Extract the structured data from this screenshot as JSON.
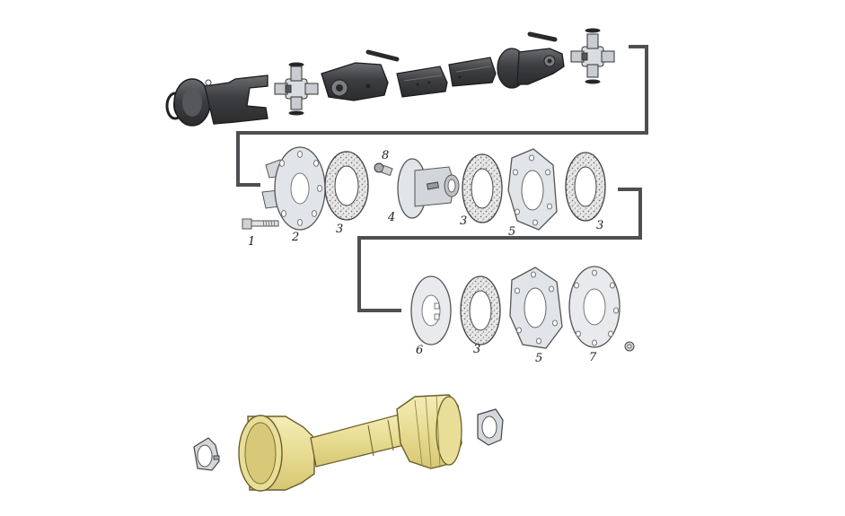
{
  "diagram": {
    "part_labels": [
      {
        "id": "label-1",
        "text": "1"
      },
      {
        "id": "label-2",
        "text": "2"
      },
      {
        "id": "label-3a",
        "text": "3"
      },
      {
        "id": "label-8",
        "text": "8"
      },
      {
        "id": "label-4",
        "text": "4"
      },
      {
        "id": "label-3b",
        "text": "3"
      },
      {
        "id": "label-5a",
        "text": "5"
      },
      {
        "id": "label-3c",
        "text": "3"
      },
      {
        "id": "label-6",
        "text": "6"
      },
      {
        "id": "label-3d",
        "text": "3"
      },
      {
        "id": "label-5b",
        "text": "5"
      },
      {
        "id": "label-7",
        "text": "7"
      }
    ],
    "colors": {
      "dark_part": "#3a3b3d",
      "dark_highlight": "#5c5e61",
      "steel": "#d4d7dc",
      "steel_edge": "#6b6f76",
      "friction_fill": "#e6e6e6",
      "guard_fill": "#eadf9a",
      "guard_edge": "#6a5f2a",
      "connector_line": "#4d4f52"
    }
  }
}
